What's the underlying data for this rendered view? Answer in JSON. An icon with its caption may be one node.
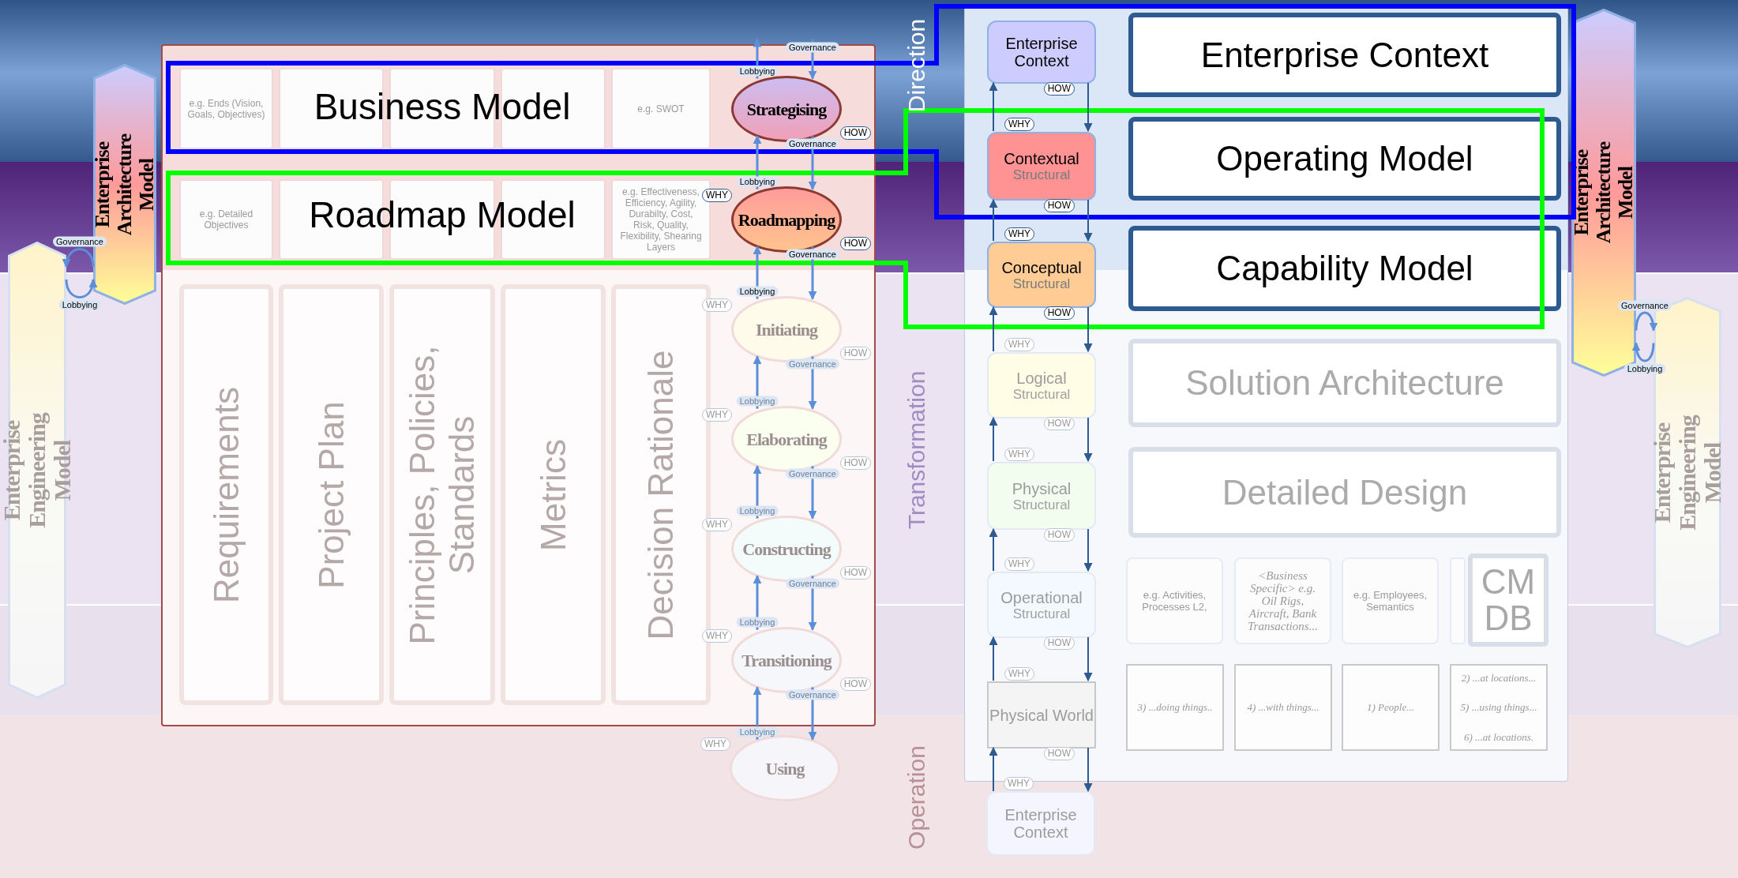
{
  "diagram": {
    "nodes": [
      {
        "text": [],
        "shape": "box"
      },
      {
        "text": [
          "e.g. Ends (Vision, Goals, Objectives)"
        ],
        "in": 0
      },
      {
        "text": [],
        "shape": "box",
        "in": 0
      },
      {
        "text": [],
        "shape": "box",
        "in": 0
      },
      {
        "text": [],
        "shape": "box",
        "in": 0
      },
      {
        "text": [
          "e.g. SWOT"
        ],
        "in": 0
      },
      {
        "text": [
          "e.g. Detailed Objectives"
        ],
        "in": 0
      },
      {
        "text": [],
        "shape": "box",
        "in": 0
      },
      {
        "text": [],
        "shape": "box",
        "in": 0
      },
      {
        "text": [],
        "shape": "box",
        "in": 0
      },
      {
        "text": [
          "e.g. Effectiveness, Efficiency, Agility, Durabilty, Cost, Risk, Quality, Flexibility, Shearing Layers"
        ],
        "in": 0
      },
      {
        "text": [
          "Requirements"
        ],
        "in": 0
      },
      {
        "text": [
          "Project Plan"
        ],
        "in": 0
      },
      {
        "text": [
          "Principles, Policies, Standards"
        ],
        "in": 0
      },
      {
        "text": [
          "Metrics"
        ],
        "in": 0
      },
      {
        "text": [
          "Decision Rationale"
        ],
        "in": 0
      },
      {
        "text": [
          "Strategising"
        ],
        "in": 0,
        "beside": [
          "HOW"
        ]
      },
      {
        "text": [
          "Roadmapping"
        ],
        "in": 0,
        "beside": [
          "WHY",
          "HOW"
        ]
      },
      {
        "text": [
          "Initiating"
        ],
        "in": 0,
        "beside": [
          "WHY",
          "HOW"
        ]
      },
      {
        "text": [
          "Elaborating"
        ],
        "in": 0,
        "beside": [
          "WHY",
          "HOW"
        ]
      },
      {
        "text": [
          "Constructing"
        ],
        "in": 0,
        "beside": [
          "WHY",
          "HOW"
        ]
      },
      {
        "text": [
          "Transitioning"
        ],
        "in": 0,
        "beside": [
          "WHY",
          "HOW"
        ]
      },
      {
        "text": [
          "Using"
        ],
        "beside": [
          "WHY"
        ]
      },
      {
        "text": [],
        "shape": "box"
      },
      {
        "text": [
          "Enterprise Context"
        ],
        "in": 23,
        "beside": [
          "HOW"
        ]
      },
      {
        "text": [
          "Contextual",
          "Structural"
        ],
        "in": 23,
        "beside": [
          "WHY",
          "HOW"
        ]
      },
      {
        "text": [
          "Conceptual",
          "Structural"
        ],
        "in": 23,
        "beside": [
          "WHY",
          "HOW"
        ]
      },
      {
        "text": [
          "Logical",
          "Structural"
        ],
        "in": 23,
        "beside": [
          "WHY",
          "HOW"
        ]
      },
      {
        "text": [
          "Physical",
          "Structural"
        ],
        "in": 23,
        "beside": [
          "WHY",
          "HOW"
        ]
      },
      {
        "text": [
          "Operational",
          "Structural"
        ],
        "in": 23,
        "beside": [
          "WHY",
          "HOW"
        ]
      },
      {
        "text": [
          "Physical World"
        ],
        "in": 23,
        "beside": [
          "WHY",
          "HOW"
        ]
      },
      {
        "text": [
          "Enterprise Context"
        ],
        "beside": [
          "WHY"
        ]
      },
      {
        "text": [
          "Enterprise Context"
        ],
        "in": 23
      },
      {
        "text": [
          "Operating Model"
        ],
        "in": 23
      },
      {
        "text": [
          "Capability Model"
        ],
        "in": 23
      },
      {
        "text": [
          "Solution Architecture"
        ],
        "in": 23
      },
      {
        "text": [
          "Detailed Design"
        ],
        "in": 23
      },
      {
        "text": [
          "e.g. Activities, Processes L2,"
        ],
        "in": 23
      },
      {
        "text": [
          "<Business Specific> e.g. Oil Rigs, Aircraft, Bank Transactions..."
        ],
        "in": 23
      },
      {
        "text": [
          "e.g. Employees, Semantics"
        ],
        "in": 23
      },
      {
        "text": [],
        "shape": "box",
        "in": 23
      },
      {
        "text": [
          "CM DB"
        ],
        "in": 23
      },
      {
        "text": [
          "3) ...doing things.."
        ],
        "in": 23
      },
      {
        "text": [
          "4) ...with things..."
        ],
        "in": 23
      },
      {
        "text": [
          "1) People..."
        ],
        "in": 23
      },
      {
        "text": [
          "2) ...at locations...",
          "5) ...using things...",
          "6) ...at locations."
        ],
        "in": 23
      },
      {
        "text": [
          "Enterprise Architecture Model"
        ]
      },
      {
        "text": [
          "Enterprise Engineering Model"
        ]
      },
      {
        "text": [
          "Enterprise Architecture Model"
        ]
      },
      {
        "text": [
          "Enterprise Engineering Model"
        ]
      }
    ],
    "edges": [
      {
        "from": null,
        "to": 16,
        "arrow": "to",
        "label": "Governance"
      },
      {
        "from": 16,
        "to": null,
        "arrow": "to",
        "label": "Lobbying"
      },
      {
        "from": 16,
        "to": 17,
        "arrow": "to",
        "label": "Governance"
      },
      {
        "from": 17,
        "to": 16,
        "arrow": "to",
        "label": "Lobbying"
      },
      {
        "from": 17,
        "to": 18,
        "arrow": "to",
        "label": "Governance"
      },
      {
        "from": 18,
        "to": 17,
        "arrow": "to",
        "label": "Lobbying"
      },
      {
        "from": 18,
        "to": 19,
        "arrow": "to",
        "label": "Governance"
      },
      {
        "from": 19,
        "to": 18,
        "arrow": "to",
        "label": "Lobbying"
      },
      {
        "from": 19,
        "to": 20,
        "arrow": "to",
        "label": "Governance"
      },
      {
        "from": 20,
        "to": 19,
        "arrow": "to",
        "label": "Lobbying"
      },
      {
        "from": 20,
        "to": 21,
        "arrow": "to",
        "label": "Governance"
      },
      {
        "from": 21,
        "to": 20,
        "arrow": "to",
        "label": "Lobbying"
      },
      {
        "from": 21,
        "to": 22,
        "arrow": "to",
        "label": "Governance"
      },
      {
        "from": 22,
        "to": 21,
        "arrow": "to",
        "label": "Lobbying"
      },
      {
        "from": 24,
        "to": 25,
        "arrow": "to",
        "color": "#2e5a92"
      },
      {
        "from": 25,
        "to": 24,
        "arrow": "to",
        "color": "#2e5a92"
      },
      {
        "from": 25,
        "to": 26,
        "arrow": "to",
        "color": "#2e5a92"
      },
      {
        "from": 26,
        "to": 25,
        "arrow": "to",
        "color": "#2e5a92"
      },
      {
        "from": 26,
        "to": 27,
        "arrow": "to",
        "color": "#2e5a92"
      },
      {
        "from": 27,
        "to": 26,
        "arrow": "to",
        "color": "#2e5a92"
      },
      {
        "from": 27,
        "to": 28,
        "arrow": "to",
        "color": "#2e5a92"
      },
      {
        "from": 28,
        "to": 27,
        "arrow": "to",
        "color": "#2e5a92"
      },
      {
        "from": 28,
        "to": 29,
        "arrow": "to",
        "color": "#2e5a92"
      },
      {
        "from": 29,
        "to": 28,
        "arrow": "to",
        "color": "#2e5a92"
      },
      {
        "from": 29,
        "to": 30,
        "arrow": "to",
        "color": "#2e5a92"
      },
      {
        "from": 30,
        "to": 29,
        "arrow": "to",
        "color": "#2e5a92"
      },
      {
        "from": 30,
        "to": 31,
        "arrow": "to",
        "color": "#2e5a92"
      },
      {
        "from": 31,
        "to": 30,
        "arrow": "to",
        "color": "#2e5a92"
      },
      {
        "from": 46,
        "to": 47,
        "arrow": "to",
        "label": "Governance"
      },
      {
        "from": 47,
        "to": 46,
        "arrow": "to",
        "label": "Lobbying"
      },
      {
        "from": 48,
        "to": 49,
        "arrow": "to",
        "label": "Governance"
      },
      {
        "from": 49,
        "to": 48,
        "arrow": "to",
        "label": "Lobbying"
      }
    ],
    "labels": [
      "Business Model",
      "Roadmap Model",
      "Direction",
      "Transformation",
      "Operation"
    ]
  }
}
